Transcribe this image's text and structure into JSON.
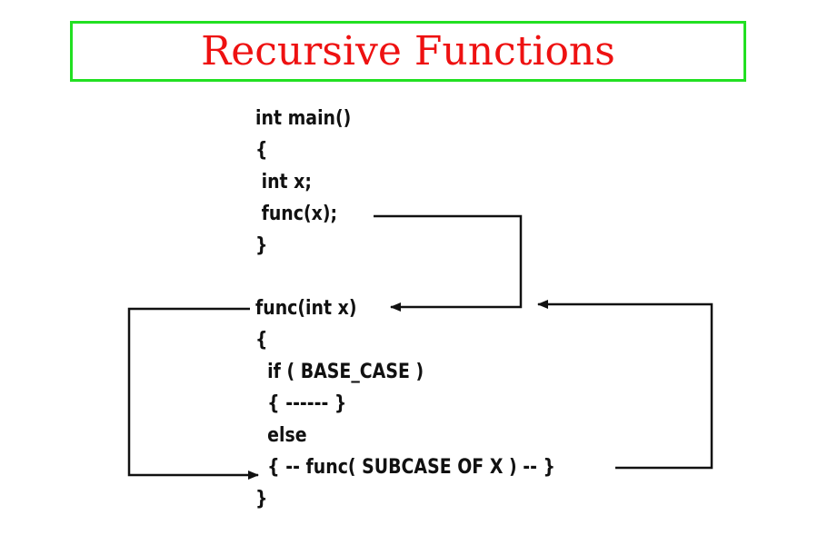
{
  "title": "Recursive Functions",
  "colors": {
    "title_text": "#ee1111",
    "title_border": "#22e022",
    "code_text": "#111111",
    "arrow": "#111111"
  },
  "main_block": {
    "signature": "int main()",
    "open_brace": "{",
    "decl": " int x;",
    "call": " func(x);",
    "close_brace": "}"
  },
  "func_block": {
    "signature": "func(int x)",
    "open_brace": "{",
    "if_line": "  if ( BASE_CASE )",
    "base_body": "  { ------ }",
    "else_line": "  else",
    "recursive_call": "  { -- func( SUBCASE OF X ) -- }",
    "close_brace": "}"
  }
}
